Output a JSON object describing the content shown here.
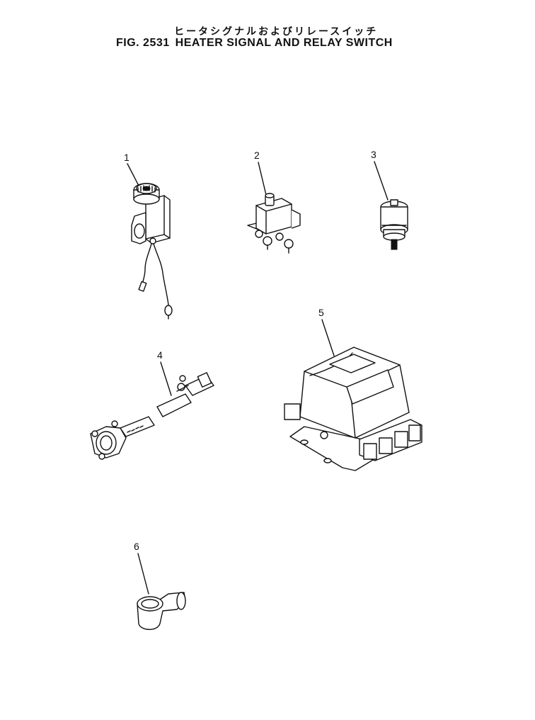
{
  "header": {
    "title_jp": "ヒータシグナルおよびリレースイッチ",
    "fig_number": "FIG. 2531",
    "title_en": "HEATER SIGNAL AND RELAY SWITCH"
  },
  "parts": [
    {
      "callout": "1",
      "icon": "heater-signal-icon"
    },
    {
      "callout": "2",
      "icon": "relay-icon"
    },
    {
      "callout": "3",
      "icon": "switch-icon"
    },
    {
      "callout": "4",
      "icon": "wiring-harness-icon"
    },
    {
      "callout": "5",
      "icon": "relay-box-icon"
    },
    {
      "callout": "6",
      "icon": "terminal-cap-icon"
    }
  ]
}
